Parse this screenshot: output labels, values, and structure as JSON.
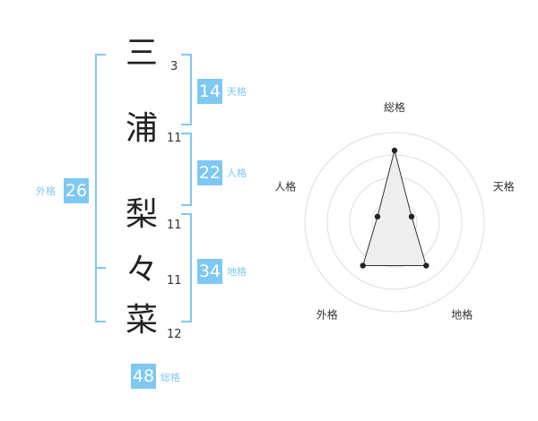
{
  "name": [
    {
      "char": "三",
      "strokes": "3"
    },
    {
      "char": "浦",
      "strokes": "11"
    },
    {
      "char": "梨",
      "strokes": "11"
    },
    {
      "char": "々",
      "strokes": "11"
    },
    {
      "char": "菜",
      "strokes": "12"
    }
  ],
  "kaku": {
    "ten": {
      "value": "14",
      "label": "天格"
    },
    "jin": {
      "value": "22",
      "label": "人格"
    },
    "chi": {
      "value": "34",
      "label": "地格"
    },
    "gai": {
      "value": "26",
      "label": "外格"
    },
    "sou": {
      "value": "48",
      "label": "総格"
    }
  },
  "chart_data": {
    "type": "radar",
    "axes": [
      "総格",
      "天格",
      "地格",
      "外格",
      "人格"
    ],
    "values": [
      4,
      1,
      3,
      3,
      1
    ],
    "max": 5,
    "rings": 4,
    "fill": "#eeeeee",
    "line_color": "#333333"
  },
  "colors": {
    "accent": "#7ec8f4",
    "text": "#222222"
  }
}
